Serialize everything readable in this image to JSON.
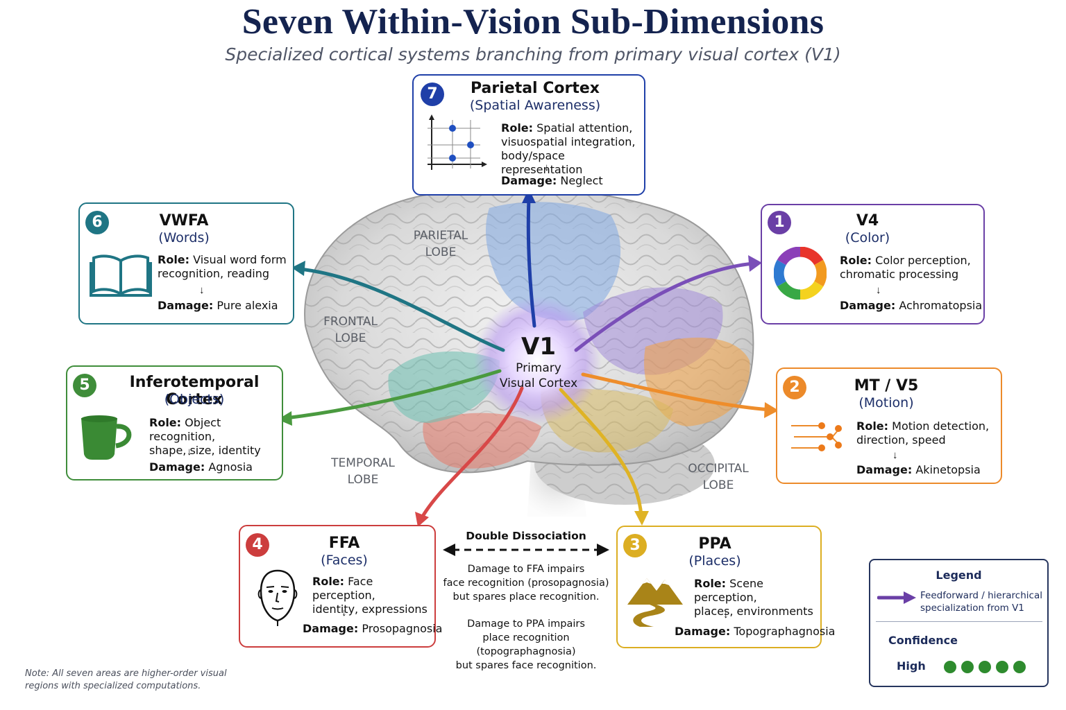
{
  "title": "Seven Within-Vision Sub-Dimensions",
  "subtitle": "Specialized cortical systems branching from primary visual cortex (V1)",
  "center": {
    "label": "V1",
    "sub1": "Primary",
    "sub2": "Visual Cortex"
  },
  "lobes": {
    "parietal": [
      "PARIETAL",
      "LOBE"
    ],
    "frontal": [
      "FRONTAL",
      "LOBE"
    ],
    "temporal": [
      "TEMPORAL",
      "LOBE"
    ],
    "occipital": [
      "OCCIPITAL",
      "LOBE"
    ]
  },
  "role_label": "Role:",
  "damage_label": "Damage:",
  "areas": [
    {
      "number": "1",
      "name": "V4",
      "function": "(Color)",
      "role": [
        "Color perception,",
        "chromatic processing"
      ],
      "damage": "Achromatopsia",
      "color": "#6a3fa6",
      "icon": "color-wheel-icon"
    },
    {
      "number": "2",
      "name": "MT / V5",
      "function": "(Motion)",
      "role": [
        "Motion detection,",
        "direction, speed"
      ],
      "damage": "Akinetopsia",
      "color": "#ec8a2a",
      "icon": "motion-lines-icon"
    },
    {
      "number": "3",
      "name": "PPA",
      "function": "(Places)",
      "role": [
        "Scene perception,",
        "places, environments"
      ],
      "damage": "Topographagnosia",
      "color": "#dcae22",
      "icon": "mountain-road-icon"
    },
    {
      "number": "4",
      "name": "FFA",
      "function": "(Faces)",
      "role": [
        "Face perception,",
        "identity, expressions"
      ],
      "damage": "Prosopagnosia",
      "color": "#cc3d3d",
      "icon": "face-icon"
    },
    {
      "number": "5",
      "name": "Inferotemporal Cortex",
      "function": "(Objects)",
      "role": [
        "Object recognition,",
        "shape, size, identity"
      ],
      "damage": "Agnosia",
      "color": "#3f8d3a",
      "icon": "mug-icon"
    },
    {
      "number": "6",
      "name": "VWFA",
      "function": "(Words)",
      "role": [
        "Visual word form",
        "recognition, reading"
      ],
      "damage": "Pure alexia",
      "color": "#1f7584",
      "icon": "book-icon"
    },
    {
      "number": "7",
      "name": "Parietal Cortex",
      "function": "(Spatial Awareness)",
      "role": [
        "Spatial attention,",
        "visuospatial integration,",
        "body/space representation"
      ],
      "damage": "Neglect",
      "color": "#1f3fa8",
      "icon": "coordinate-grid-icon"
    }
  ],
  "double_dissociation": {
    "title": "Double Dissociation",
    "ffa_text": [
      "Damage to FFA impairs",
      "face recognition (prosopagnosia)",
      "but spares place recognition."
    ],
    "ppa_text": [
      "Damage to PPA impairs",
      "place recognition (topographagnosia)",
      "but spares face recognition."
    ]
  },
  "legend": {
    "title": "Legend",
    "feedforward": [
      "Feedforward / hierarchical",
      "specialization from V1"
    ],
    "confidence_label": "Confidence",
    "confidence_level": "High",
    "confidence_dots": 5,
    "arrow_color": "#6a3fa6",
    "dot_color": "#2e8b2e"
  },
  "note": [
    "Note: All seven areas are higher-order visual",
    "regions with specialized computations."
  ]
}
